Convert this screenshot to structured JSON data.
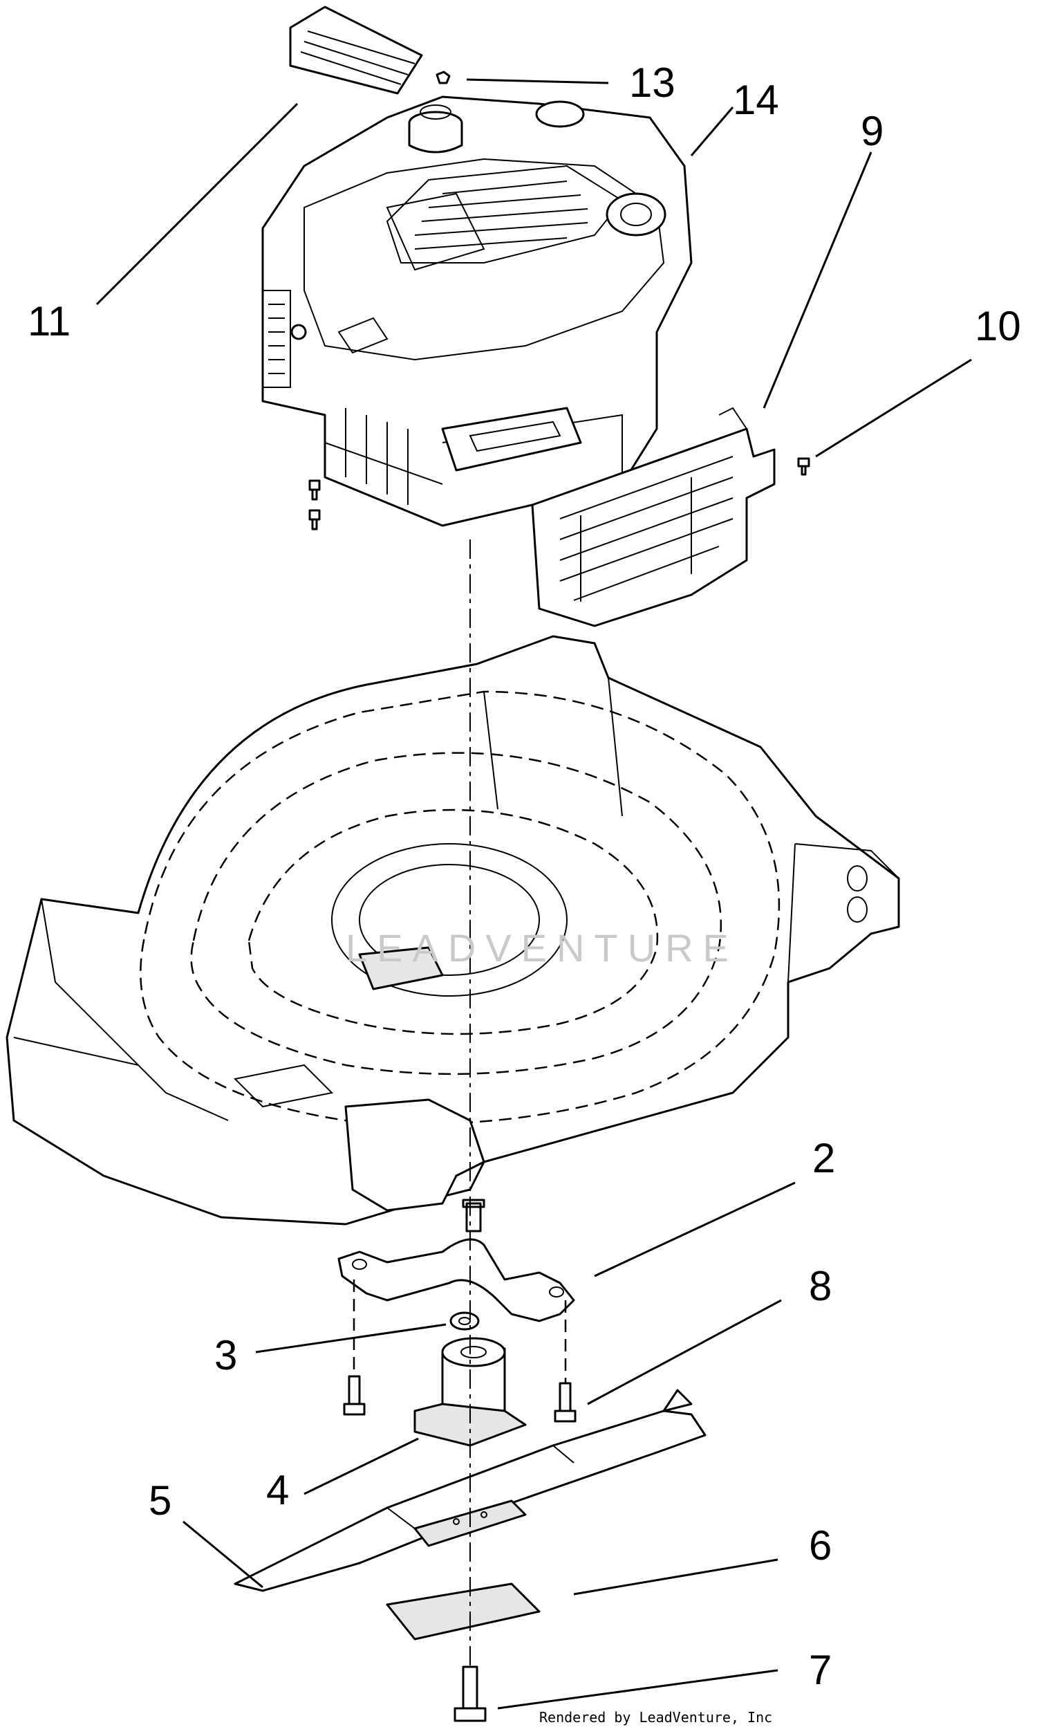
{
  "callouts": [
    {
      "id": "2",
      "label": "2"
    },
    {
      "id": "3",
      "label": "3"
    },
    {
      "id": "4",
      "label": "4"
    },
    {
      "id": "5",
      "label": "5"
    },
    {
      "id": "6",
      "label": "6"
    },
    {
      "id": "7",
      "label": "7"
    },
    {
      "id": "8",
      "label": "8"
    },
    {
      "id": "9",
      "label": "9"
    },
    {
      "id": "10",
      "label": "10"
    },
    {
      "id": "11",
      "label": "11"
    },
    {
      "id": "13",
      "label": "13"
    },
    {
      "id": "14",
      "label": "14"
    }
  ],
  "watermark": "LEADVENTURE",
  "footer": "Rendered by LeadVenture, Inc"
}
